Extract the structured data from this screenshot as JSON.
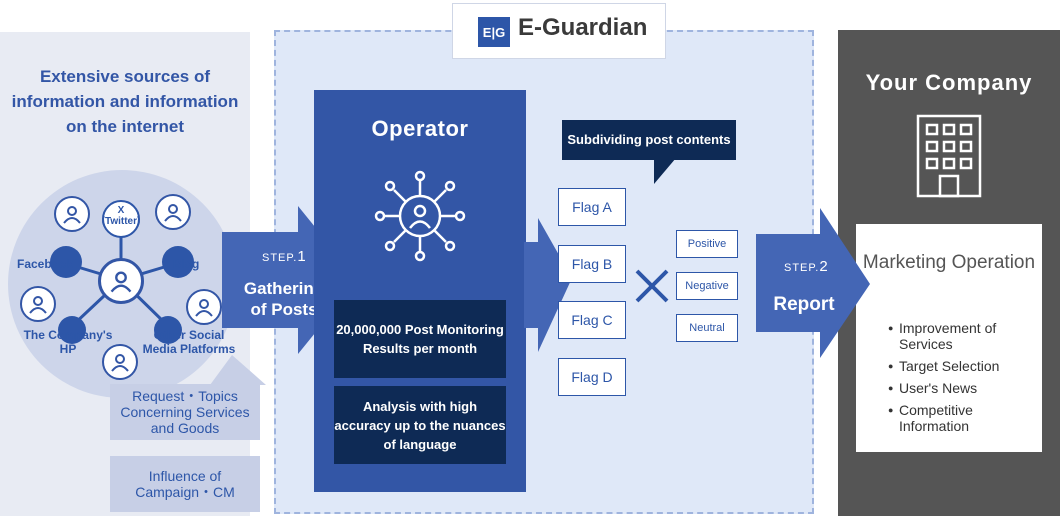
{
  "logo": {
    "mark": "E|G",
    "name": "E-Guardian"
  },
  "sources": {
    "title": "Extensive sources of information and information on the internet",
    "nodes": {
      "x_twitter": "X (Twitter)",
      "facebook": "Facebook",
      "blog": "Blog",
      "company_hp": "The Company's HP",
      "other_social": "Other Social Media Platforms"
    },
    "boxes": {
      "request": "Request・Topics Concerning Services and Goods",
      "influence": "Influence of Campaign・CM"
    }
  },
  "step1": {
    "step": "STEP.",
    "num": "1",
    "title": "Gathering of Posts"
  },
  "operator": {
    "title": "Operator",
    "box1": "20,000,000 Post Monitoring Results per month",
    "box2": "Analysis with high accuracy up to the nuances of language"
  },
  "subdividing": "Subdividing post contents",
  "flags": [
    "Flag A",
    "Flag B",
    "Flag C",
    "Flag D"
  ],
  "sentiments": [
    "Positive",
    "Negative",
    "Neutral"
  ],
  "step2": {
    "step": "STEP.",
    "num": "2",
    "title": "Report"
  },
  "company": {
    "title": "Your Company",
    "marketing_title": "Marketing Operation",
    "items": [
      "Improvement of Services",
      "Target Selection",
      "User's News",
      "Competitive Information"
    ]
  },
  "colors": {
    "primary": "#3356a6",
    "dark_navy": "#0e2a55",
    "light_bg": "#e8ebf3",
    "company_gray": "#555555"
  }
}
